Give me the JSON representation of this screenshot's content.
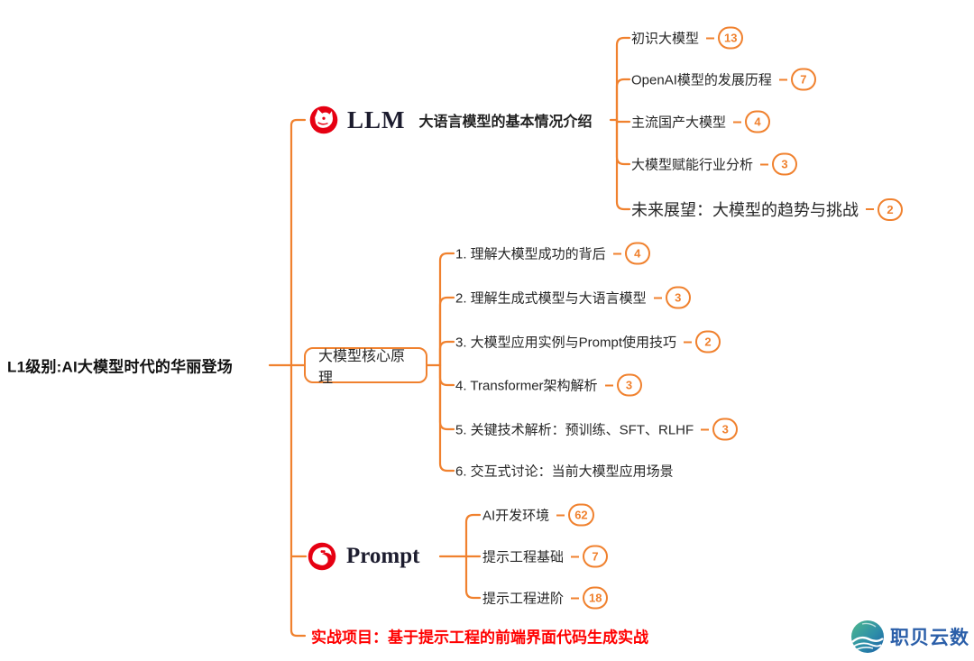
{
  "palette": {
    "line_orange": "#F0812E",
    "logo_red": "#E60012",
    "project_red": "#FF0000",
    "text_dark": "#1F1F1F",
    "watermark_blue": "#2B5FA9",
    "watermark_teal": "#3FA98E"
  },
  "root": {
    "label": "L1级别:AI大模型时代的华丽登场"
  },
  "branches": [
    {
      "id": "llm",
      "logo_icon": "red-animal-head-icon",
      "logo_text": "LLM",
      "title": "大语言模型的基本情况介绍",
      "children": [
        {
          "label": "初识大模型",
          "count": "13"
        },
        {
          "label": "OpenAI模型的发展历程",
          "count": "7"
        },
        {
          "label": "主流国产大模型",
          "count": "4"
        },
        {
          "label": "大模型赋能行业分析",
          "count": "3"
        },
        {
          "label": "未来展望：大模型的趋势与挑战",
          "count": "2"
        }
      ]
    },
    {
      "id": "core",
      "title": "大模型核心原理",
      "children": [
        {
          "label": "1. 理解大模型成功的背后",
          "count": "4"
        },
        {
          "label": "2. 理解生成式模型与大语言模型",
          "count": "3"
        },
        {
          "label": "3. 大模型应用实例与Prompt使用技巧",
          "count": "2"
        },
        {
          "label": "4. Transformer架构解析",
          "count": "3"
        },
        {
          "label": "5. 关键技术解析：预训练、SFT、RLHF",
          "count": "3"
        },
        {
          "label": "6. 交互式讨论：当前大模型应用场景"
        }
      ]
    },
    {
      "id": "prompt",
      "logo_icon": "red-bird-head-icon",
      "logo_text": "Prompt",
      "children": [
        {
          "label": "AI开发环境",
          "count": "62"
        },
        {
          "label": "提示工程基础",
          "count": "7"
        },
        {
          "label": "提示工程进阶",
          "count": "18"
        }
      ]
    },
    {
      "id": "project",
      "label": "实战项目：基于提示工程的前端界面代码生成实战"
    }
  ],
  "watermark": {
    "brand": "职贝云数"
  }
}
